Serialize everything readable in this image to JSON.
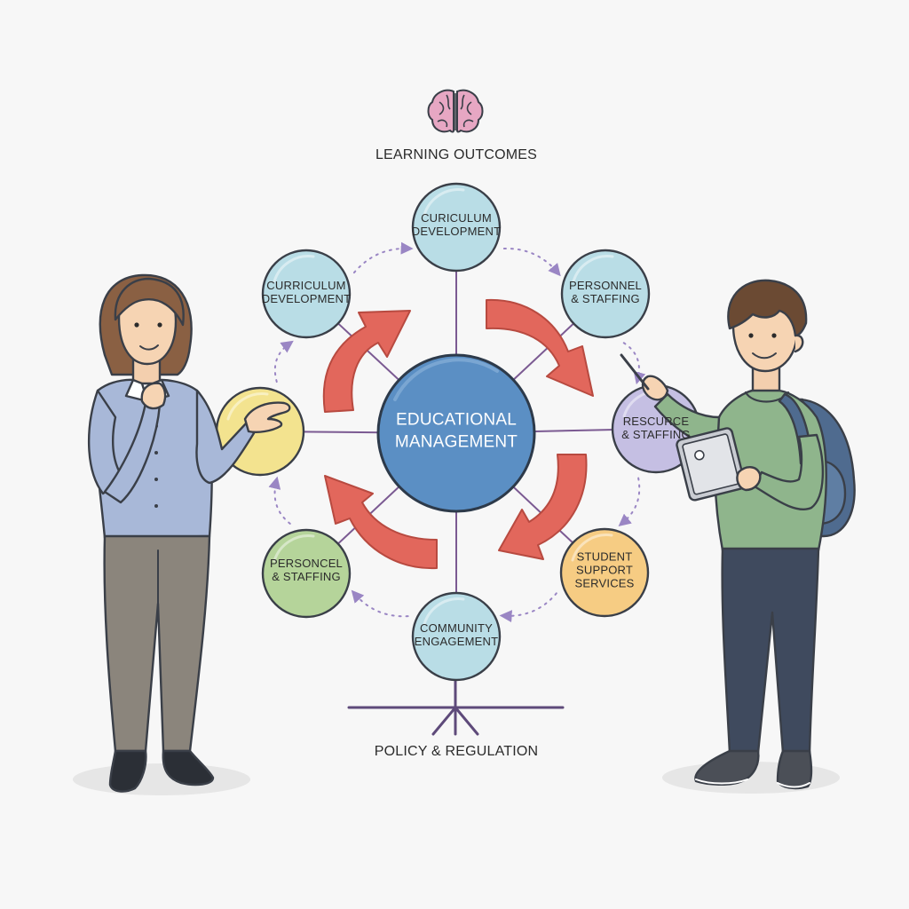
{
  "top_label": "LEARNING OUTCOMES",
  "bottom_label": "POLICY & REGULATION",
  "center": {
    "label": "EDUCATIONAL\nMANAGEMENT",
    "color": "#5b8fc4"
  },
  "nodes": [
    {
      "id": "top",
      "label": "CURICULUM\nDEVELOPMENT",
      "color": "#b9dde6"
    },
    {
      "id": "upper-left",
      "label": "CURRICULUM\nDEVELOPMENT",
      "color": "#b9dde6"
    },
    {
      "id": "upper-right",
      "label": "PERSONNEL\n& STAFFING",
      "color": "#b9dde6"
    },
    {
      "id": "left",
      "label": "",
      "color": "#f3e38f"
    },
    {
      "id": "right",
      "label": "RESCURCE\n& STAFFING",
      "color": "#c5bfe3"
    },
    {
      "id": "lower-left",
      "label": "PERSONCEL\n& STAFFING",
      "color": "#b5d49a"
    },
    {
      "id": "lower-right",
      "label": "STUDENT\nSUPPORT\nSERVICES",
      "color": "#f6cc83"
    },
    {
      "id": "bottom",
      "label": "COMMUNITY\nENGAGEMENT",
      "color": "#b9dde6"
    }
  ],
  "colors": {
    "arrow": "#e2675c",
    "spoke": "#7b5a92",
    "dotted": "#9a86c4",
    "outline": "#3a3f48",
    "brain": "#e7a7c3"
  },
  "icons": {
    "top_icon": "brain-icon"
  }
}
